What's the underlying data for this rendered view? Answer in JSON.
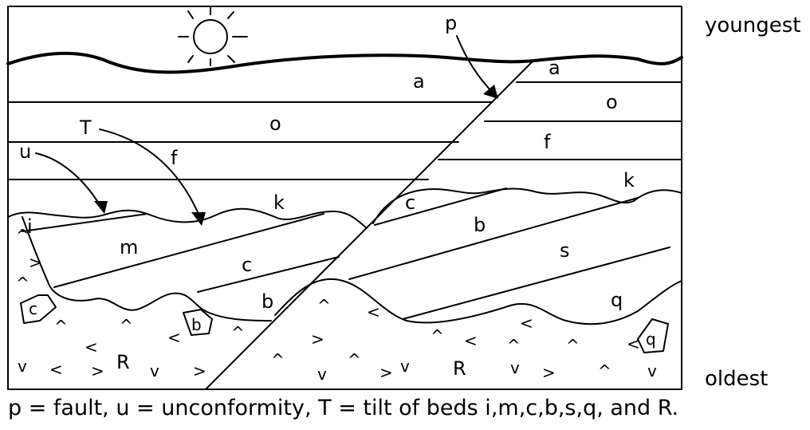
{
  "side_labels": {
    "top": "youngest",
    "bottom": "oldest"
  },
  "caption": "p = fault, u = unconformity, T = tilt of beds i,m,c,b,s,q, and R.",
  "labels": {
    "p": "p",
    "T": "T",
    "u": "u",
    "a_left": "a",
    "o_left": "o",
    "f_left": "f",
    "k_left": "k",
    "i": "i",
    "m": "m",
    "c_left": "c",
    "b_left": "b",
    "c_clast": "c",
    "b_clast": "b",
    "R_left": "R",
    "a_right": "a",
    "o_right": "o",
    "f_right": "f",
    "k_right": "k",
    "c_right": "c",
    "b_right": "b",
    "s": "s",
    "q": "q",
    "q_clast": "q",
    "R_right": "R"
  }
}
